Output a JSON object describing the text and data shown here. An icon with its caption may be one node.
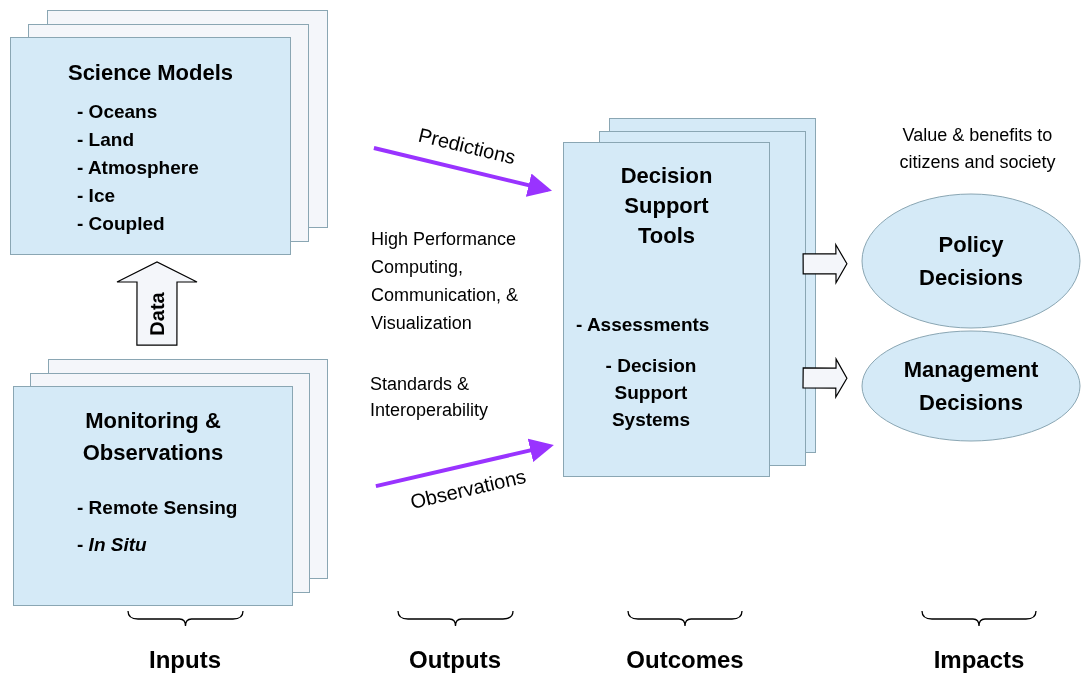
{
  "diagram": {
    "nodes": [
      {
        "text": [
          "Science Models",
          "- Oceans",
          "- Land",
          "- Atmosphere",
          "- Ice",
          "- Coupled"
        ]
      },
      {
        "text": [
          "Monitoring & Observations",
          "- Remote Sensing",
          "- *In Situ*"
        ]
      },
      {
        "text": [
          "Decision Support Tools",
          "- Assessments",
          "- Decision Support Systems"
        ]
      },
      {
        "text": [
          "Policy Decisions"
        ]
      },
      {
        "text": [
          "Management Decisions"
        ]
      }
    ],
    "edges": [
      {
        "from": 1,
        "to": 0,
        "arrow": "to",
        "label": "Data",
        "style": "thick"
      },
      {
        "from": 0,
        "to": 2,
        "arrow": "to",
        "label": "Predictions",
        "color": "#9933ff"
      },
      {
        "from": 1,
        "to": 2,
        "arrow": "to",
        "label": "Observations",
        "color": "#9933ff"
      },
      {
        "from": 2,
        "to": 3,
        "arrow": "to",
        "style": "thick"
      },
      {
        "from": 2,
        "to": 4,
        "arrow": "to",
        "style": "thick"
      }
    ],
    "labels": [
      "High Performance Computing, Communication, & Visualization",
      "Standards & Interoperability",
      "Value & benefits to citizens and society",
      "Inputs",
      "Outputs",
      "Outcomes",
      "Impacts"
    ]
  }
}
